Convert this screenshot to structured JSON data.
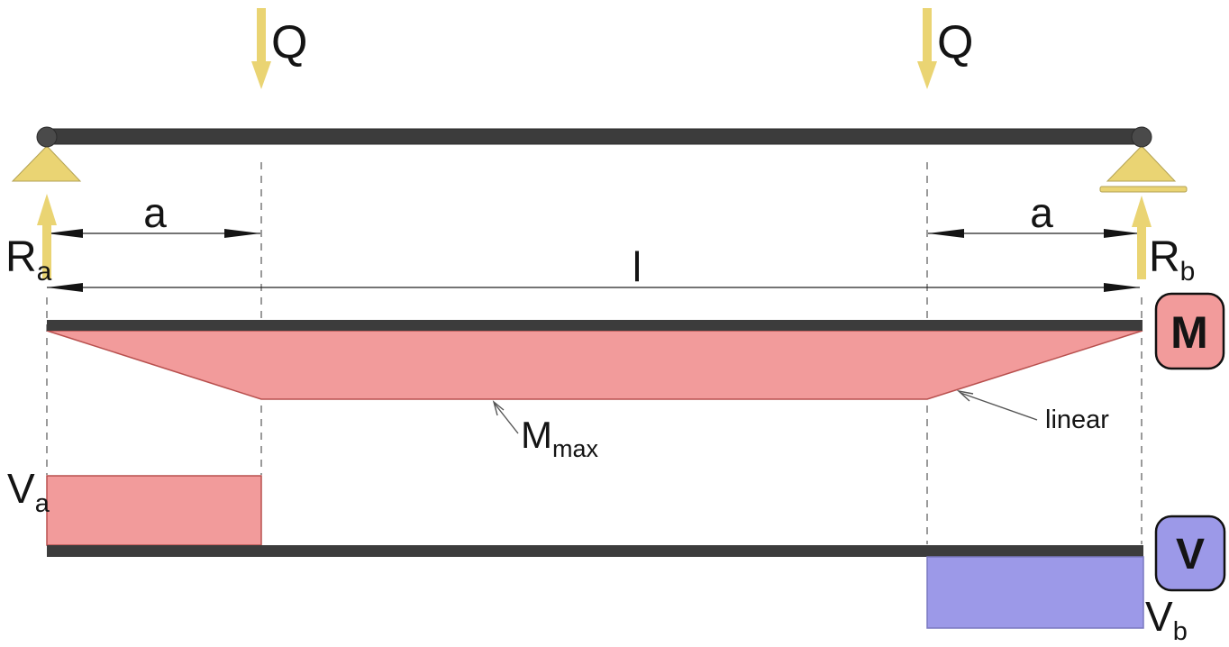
{
  "labels": {
    "load_left": "Q",
    "load_right": "Q",
    "reaction_left": {
      "main": "R",
      "sub": "a"
    },
    "reaction_right": {
      "main": "R",
      "sub": "b"
    },
    "dim_a_left": "a",
    "dim_a_right": "a",
    "dim_span": "l",
    "moment_max": {
      "main": "M",
      "sub": "max"
    },
    "linear_note": "linear",
    "shear_left": {
      "main": "V",
      "sub": "a"
    },
    "shear_right": {
      "main": "V",
      "sub": "b"
    },
    "moment_badge": "M",
    "shear_badge": "V"
  },
  "colors": {
    "moment_fill": "#F29B9B",
    "moment_stroke": "#B8504E",
    "shear_fill": "#9C99E8",
    "shear_stroke": "#7A78C0",
    "support_yellow": "#EAD473",
    "beam_dark": "#3C3C3C",
    "pin_gray": "#4A4A4A",
    "guide_gray": "#8F8F8F"
  }
}
